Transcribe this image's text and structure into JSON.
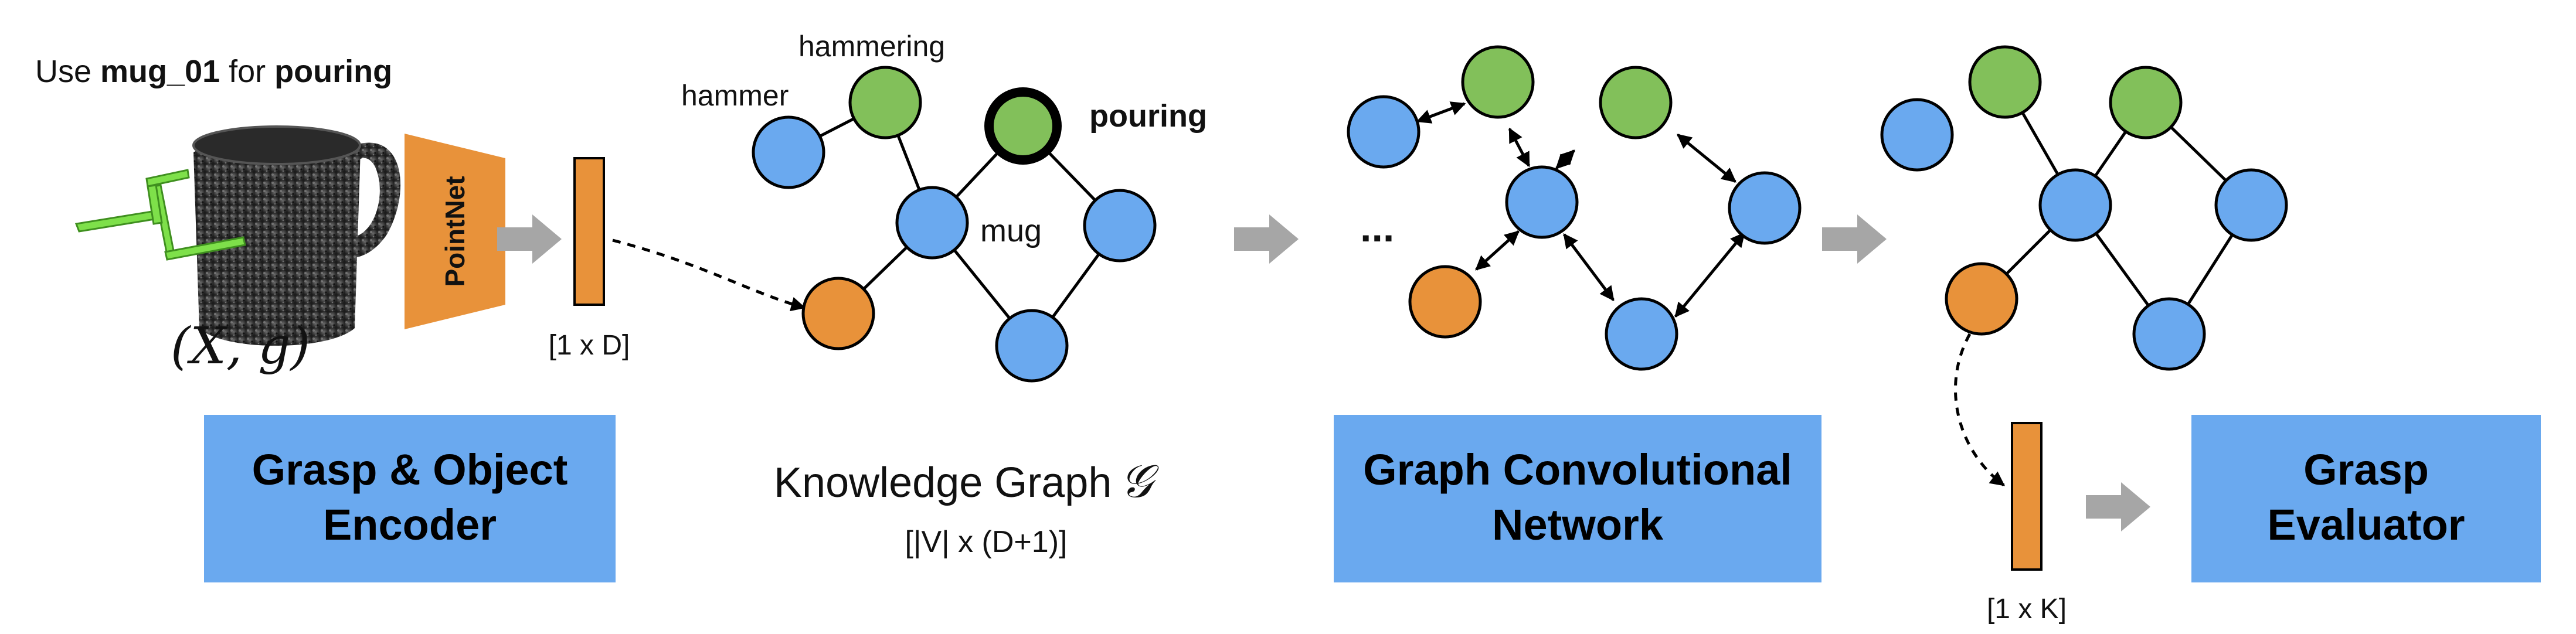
{
  "caption": {
    "prefix": "Use ",
    "object": "mug_01",
    "middle": " for ",
    "task": "pouring"
  },
  "input_label": "(X, g)",
  "pointnet_label": "PointNet",
  "embedding_label": "[1 x D]",
  "graph": {
    "node_labels": {
      "hammer": "hammer",
      "hammering": "hammering",
      "pouring": "pouring",
      "mug": "mug"
    },
    "title": "Knowledge Graph",
    "title_symbol": "𝒢",
    "dims": "[|V| x (D+1)]"
  },
  "ellipsis": "...",
  "output_label": "[1 x K]",
  "modules": {
    "encoder": [
      "Grasp & Object",
      "Encoder"
    ],
    "gcn": [
      "Graph Convolutional",
      "Network"
    ],
    "evaluator": [
      "Grasp",
      "Evaluator"
    ]
  },
  "colors": {
    "box": "#6aa9ef",
    "node_blue": "#6aa9ef",
    "node_green": "#82c05a",
    "node_orange": "#e8923a",
    "arrow_gray": "#a6a6a6",
    "pointnet": "#e8923a"
  }
}
